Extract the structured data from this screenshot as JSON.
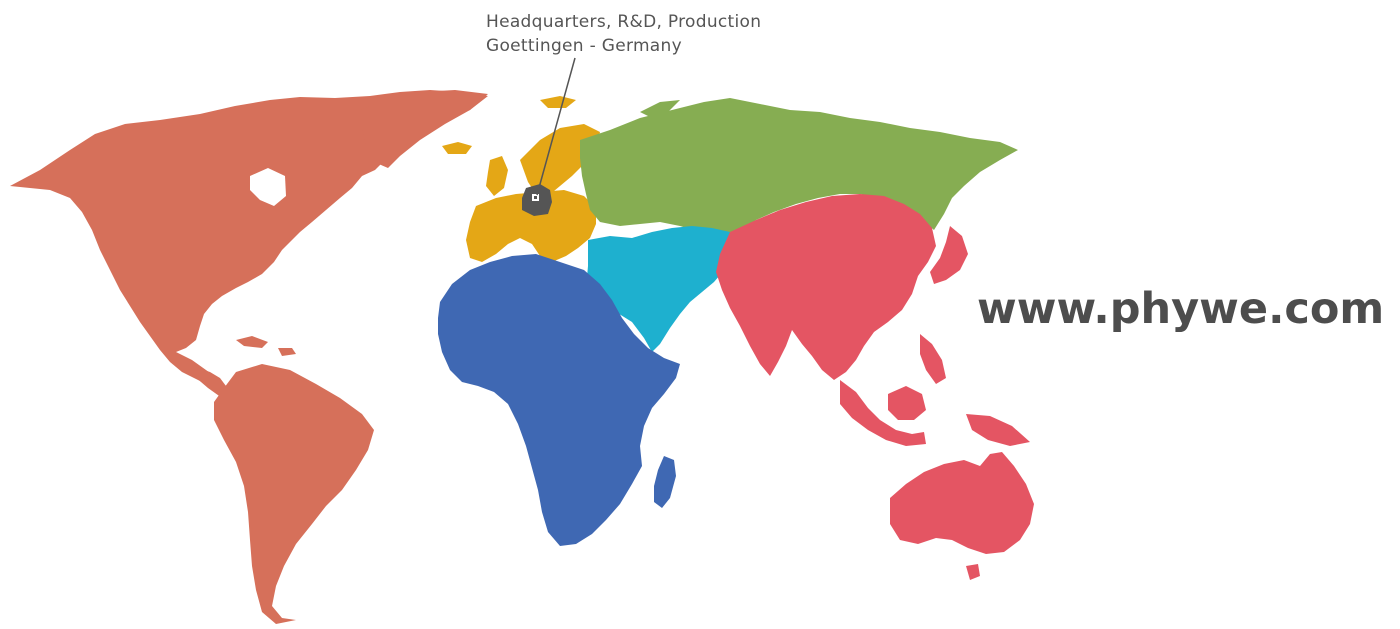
{
  "callout": {
    "line1": "Headquarters, R&D, Production",
    "line2": "Goettingen - Germany"
  },
  "website": "www.phywe.com",
  "colors": {
    "americas": "#d6705a",
    "europe": "#e4a716",
    "russia_central_asia": "#86ad52",
    "middle_east": "#1eb0cf",
    "asia_pacific": "#e45563",
    "africa": "#3f68b3",
    "germany": "#555555"
  }
}
